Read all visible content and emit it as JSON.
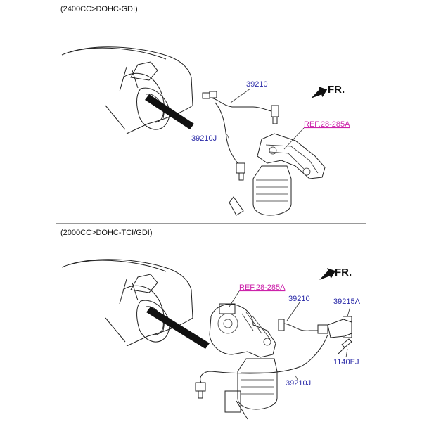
{
  "sections": [
    {
      "title": "(2400CC>DOHC-GDI)",
      "direction": "FR.",
      "ref": "REF.28-285A",
      "parts": [
        "39210",
        "39210J"
      ]
    },
    {
      "title": "(2000CC>DOHC-TCI/GDI)",
      "direction": "FR.",
      "ref": "REF.28-285A",
      "parts": [
        "39210",
        "39215A",
        "1140EJ",
        "39210J"
      ]
    }
  ],
  "colors": {
    "part_label": "#2a2aa8",
    "ref_label": "#cc22aa",
    "line": "#222222"
  }
}
